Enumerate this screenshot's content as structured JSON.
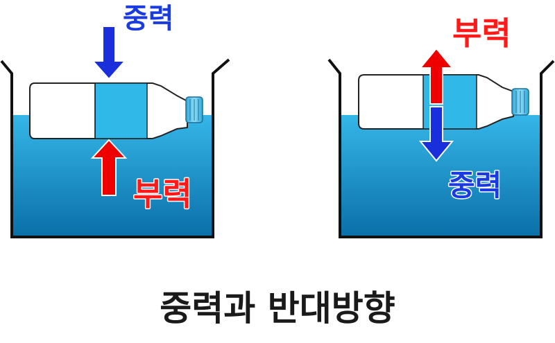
{
  "left_panel": {
    "top_label": "중력",
    "bottom_label": "부력",
    "top_label_color": "#1a3be0",
    "bottom_label_color": "#ff1a1a"
  },
  "right_panel": {
    "top_label": "부력",
    "bottom_label": "중력",
    "top_label_color": "#ff1a1a",
    "bottom_label_color": "#1a3be0"
  },
  "caption": "중력과 반대방향",
  "colors": {
    "water_top": "#35b6e8",
    "water_bottom": "#0a6fa8",
    "bottle_label": "#2fb8e8",
    "arrow_red": "#ee0000",
    "arrow_blue": "#1a2fdc",
    "container": "#111111"
  }
}
